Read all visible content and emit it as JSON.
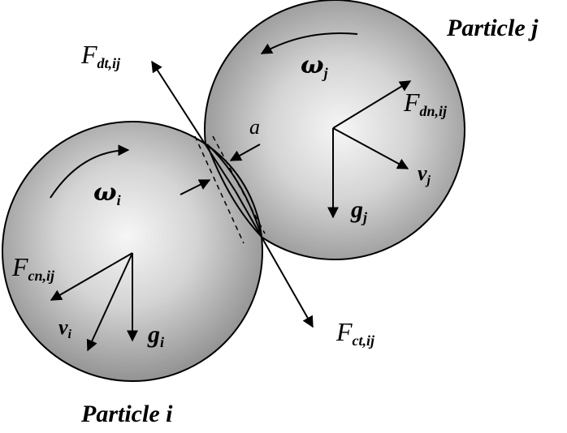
{
  "particle_i_label": "Particle i",
  "particle_j_label": "Particle j",
  "omega_i": {
    "main": "ω",
    "sub": "i"
  },
  "omega_j": {
    "main": "ω",
    "sub": "j"
  },
  "F_dt": {
    "main": "F",
    "sub": "dt,ij"
  },
  "F_dn": {
    "main": "F",
    "sub": "dn,ij"
  },
  "F_cn": {
    "main": "F",
    "sub": "cn,ij"
  },
  "F_ct": {
    "main": "F",
    "sub": "ct,ij"
  },
  "v_i": {
    "main": "v",
    "sub": "i"
  },
  "v_j": {
    "main": "v",
    "sub": "j"
  },
  "g_i": {
    "main": "g",
    "sub": "i"
  },
  "g_j": {
    "main": "g",
    "sub": "j"
  },
  "alpha": "a",
  "colors": {
    "sphere_light": "#f4f4f4",
    "sphere_mid": "#c9c9c9",
    "sphere_dark": "#8e8e8e",
    "stroke": "#000000"
  }
}
